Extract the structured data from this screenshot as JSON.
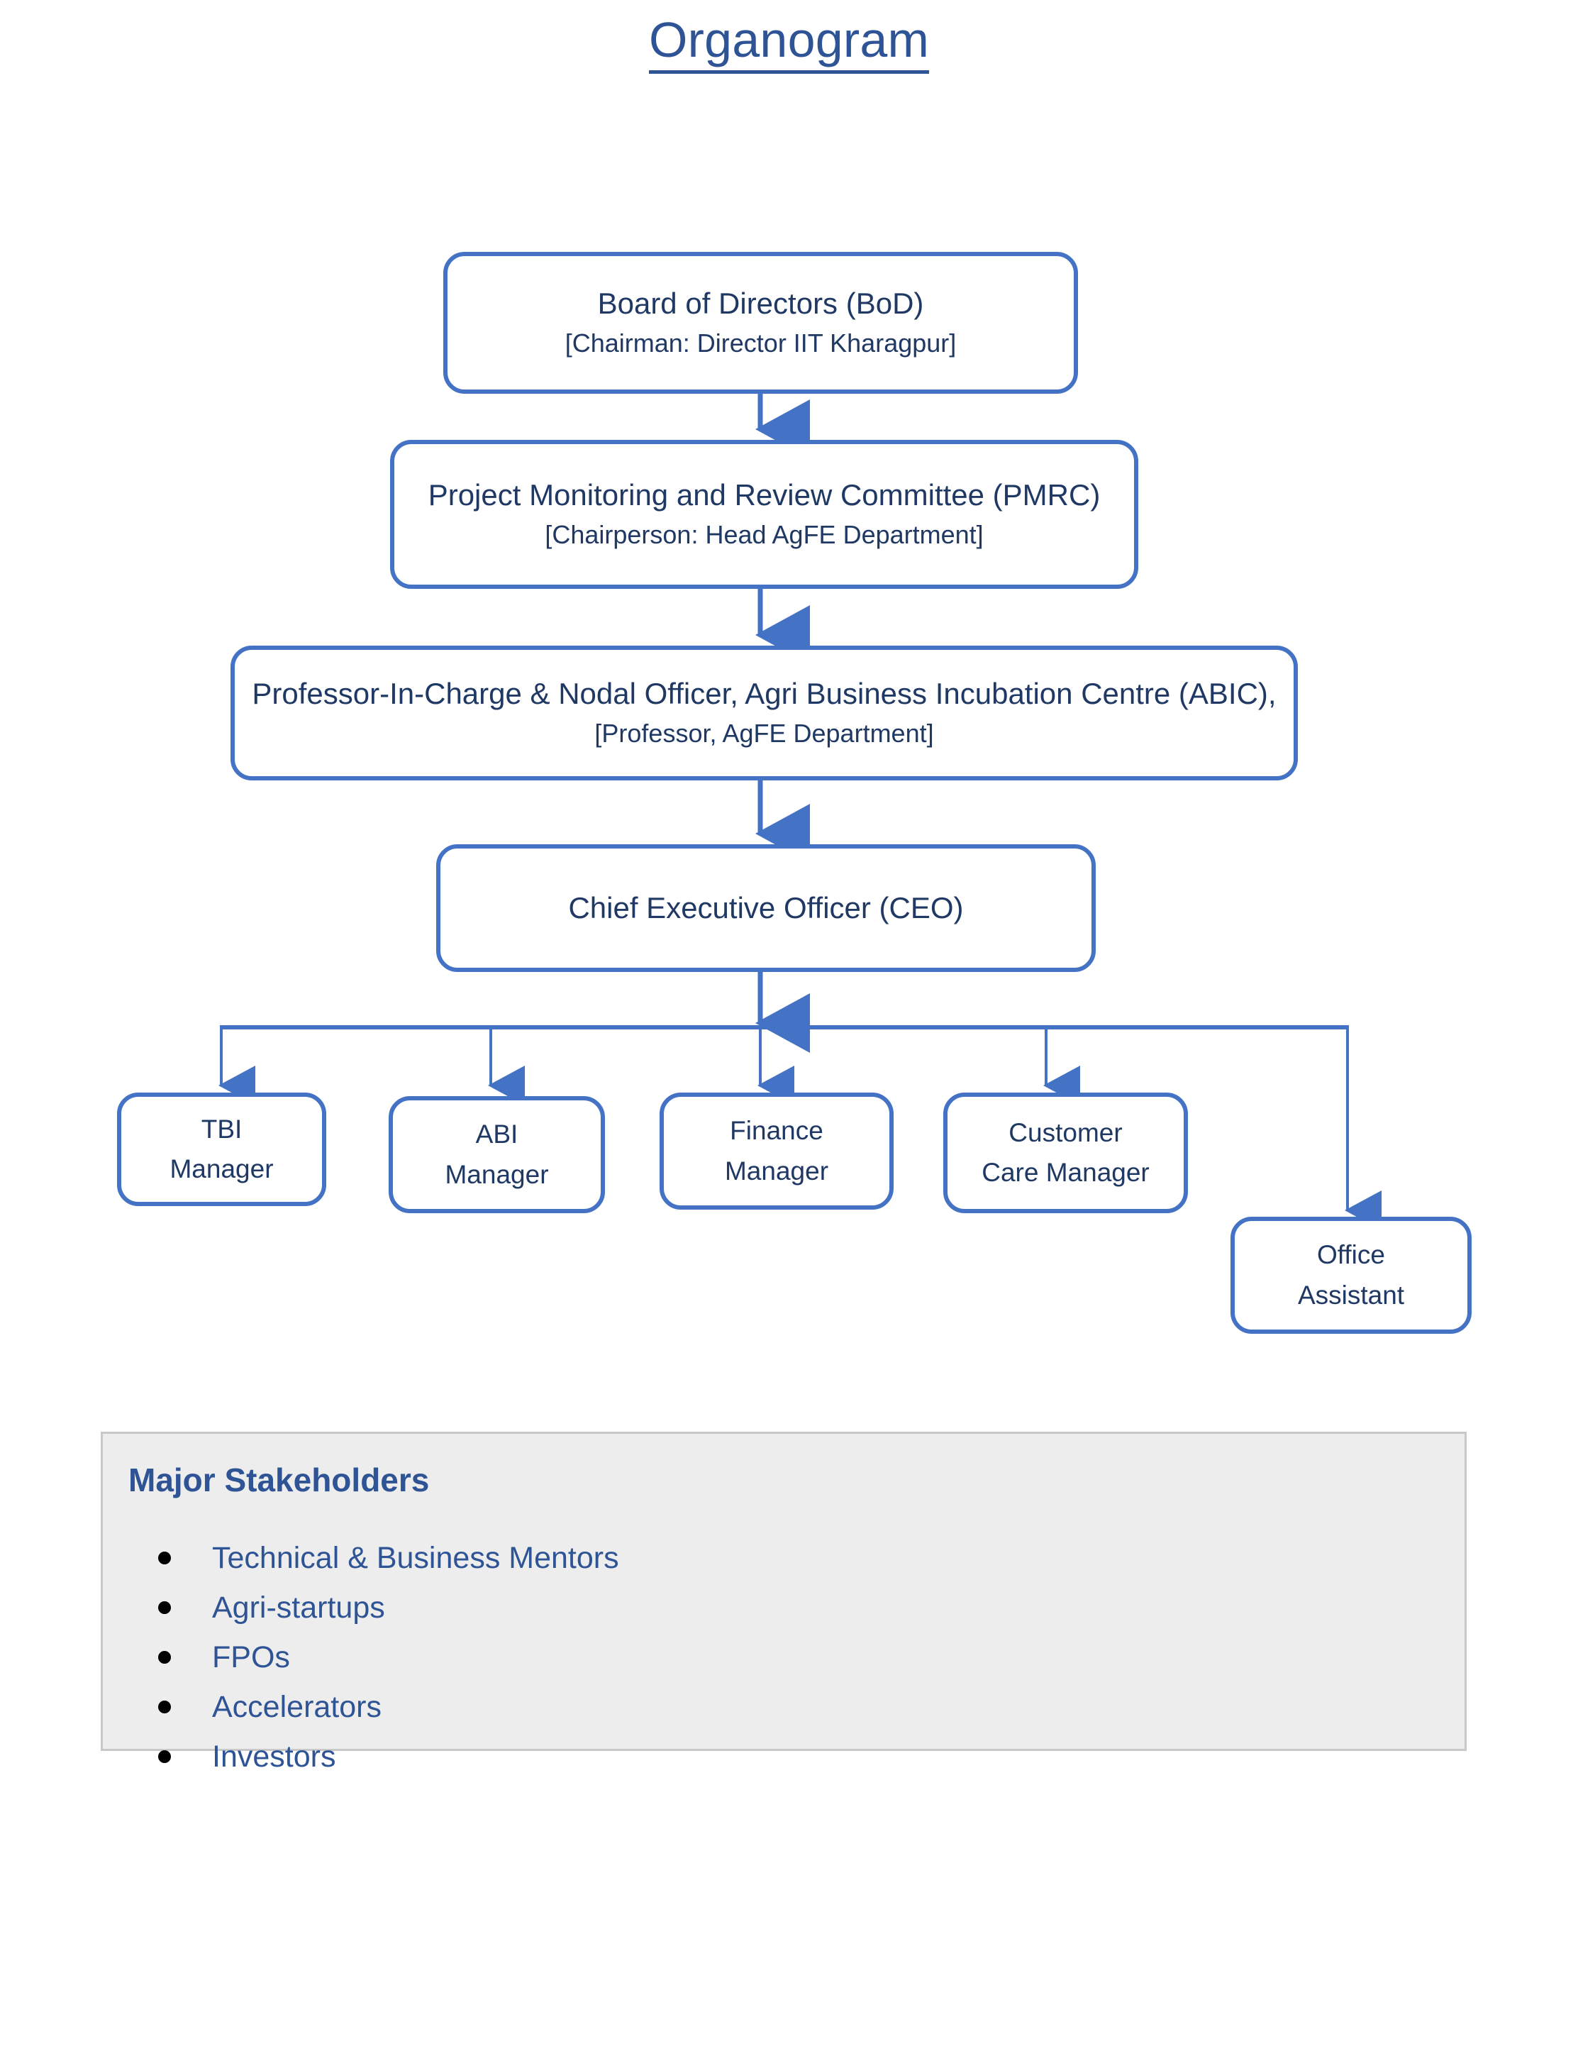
{
  "document": {
    "title": "Organogram"
  },
  "chart_data": {
    "type": "diagram",
    "title": "Organogram",
    "nodes": [
      {
        "id": "bod",
        "line1": "Board of Directors (BoD)",
        "line2": "[Chairman: Director IIT Kharagpur]",
        "level": 1
      },
      {
        "id": "pmrc",
        "line1": "Project Monitoring and Review Committee (PMRC)",
        "line2": "[Chairperson: Head AgFE Department]",
        "level": 2
      },
      {
        "id": "abic",
        "line1": "Professor-In-Charge & Nodal Officer, Agri Business Incubation Centre (ABIC),",
        "line2": "[Professor, AgFE Department]",
        "level": 3
      },
      {
        "id": "ceo",
        "line1": "Chief Executive Officer (CEO)",
        "line2": "",
        "level": 4
      },
      {
        "id": "tbi",
        "line1": "TBI",
        "line2": "Manager",
        "level": 5
      },
      {
        "id": "abi",
        "line1": "ABI",
        "line2": "Manager",
        "level": 5
      },
      {
        "id": "finance",
        "line1": "Finance",
        "line2": "Manager",
        "level": 5
      },
      {
        "id": "customer",
        "line1": "Customer",
        "line2": "Care Manager",
        "level": 5
      },
      {
        "id": "office",
        "line1": "Office",
        "line2": "Assistant",
        "level": 6
      }
    ],
    "edges": [
      {
        "from": "bod",
        "to": "pmrc"
      },
      {
        "from": "pmrc",
        "to": "abic"
      },
      {
        "from": "abic",
        "to": "ceo"
      },
      {
        "from": "ceo",
        "to": "tbi"
      },
      {
        "from": "ceo",
        "to": "abi"
      },
      {
        "from": "ceo",
        "to": "finance"
      },
      {
        "from": "ceo",
        "to": "customer"
      },
      {
        "from": "ceo",
        "to": "office"
      }
    ],
    "colors": {
      "box_border": "#4472c4",
      "text": "#1f3864",
      "title": "#2e5496",
      "connector": "#4472c4",
      "panel_background": "#ededed",
      "panel_border": "#c8c8c8",
      "bullet": "#000000"
    }
  },
  "org": {
    "bod": {
      "line1": "Board of Directors (BoD)",
      "line2": "[Chairman: Director IIT Kharagpur]"
    },
    "pmrc": {
      "line1": "Project Monitoring and Review Committee (PMRC)",
      "line2": "[Chairperson: Head AgFE Department]"
    },
    "abic": {
      "line1": "Professor-In-Charge & Nodal Officer, Agri Business Incubation Centre (ABIC),",
      "line2": "[Professor, AgFE Department]"
    },
    "ceo": {
      "line1": "Chief Executive Officer (CEO)"
    },
    "tbi": {
      "line1": "TBI",
      "line2": "Manager"
    },
    "abi": {
      "line1": "ABI",
      "line2": "Manager"
    },
    "finance": {
      "line1": "Finance",
      "line2": "Manager"
    },
    "customer": {
      "line1": "Customer",
      "line2": "Care Manager"
    },
    "office": {
      "line1": "Office",
      "line2": "Assistant"
    }
  },
  "stakeholders": {
    "heading": "Major Stakeholders",
    "items": [
      "Technical & Business Mentors",
      "Agri-startups",
      "FPOs",
      "Accelerators",
      "Investors"
    ]
  }
}
